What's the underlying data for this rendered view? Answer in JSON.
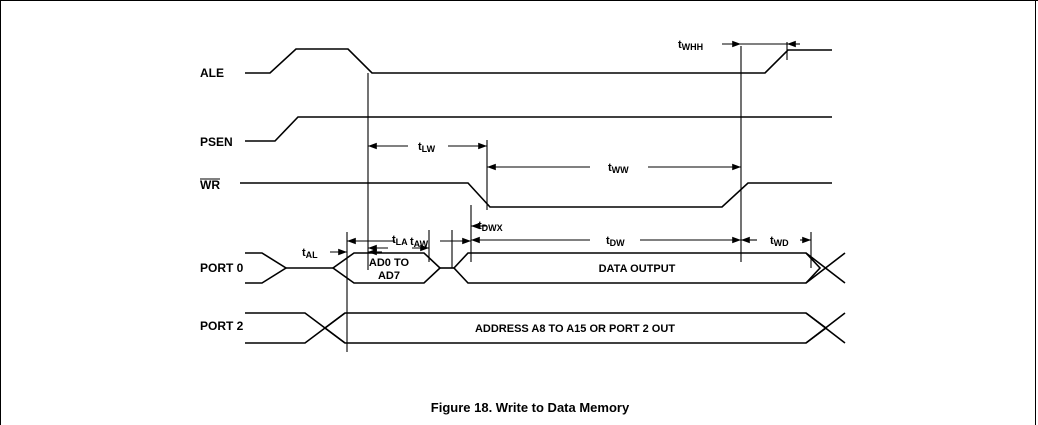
{
  "signals": {
    "ale": "ALE",
    "psen": "PSEN",
    "wr": "WR",
    "port0": "PORT 0",
    "port2": "PORT 2"
  },
  "timing_params": {
    "twhh": {
      "prefix": "t",
      "sub": "WHH"
    },
    "tlw": {
      "prefix": "t",
      "sub": "LW"
    },
    "tww": {
      "prefix": "t",
      "sub": "WW"
    },
    "taw": {
      "prefix": "t",
      "sub": "AW"
    },
    "tdwx": {
      "prefix": "t",
      "sub": "DWX"
    },
    "tal": {
      "prefix": "t",
      "sub": "AL"
    },
    "tla": {
      "prefix": "t",
      "sub": "LA"
    },
    "tdw": {
      "prefix": "t",
      "sub": "DW"
    },
    "twd": {
      "prefix": "t",
      "sub": "WD"
    }
  },
  "bus_labels": {
    "addr_low_1": "AD0 TO",
    "addr_low_2": "AD7",
    "data_output": "DATA OUTPUT",
    "port2_value": "ADDRESS A8 TO A15 OR PORT 2 OUT"
  },
  "caption": "Figure 18.  Write to Data Memory"
}
